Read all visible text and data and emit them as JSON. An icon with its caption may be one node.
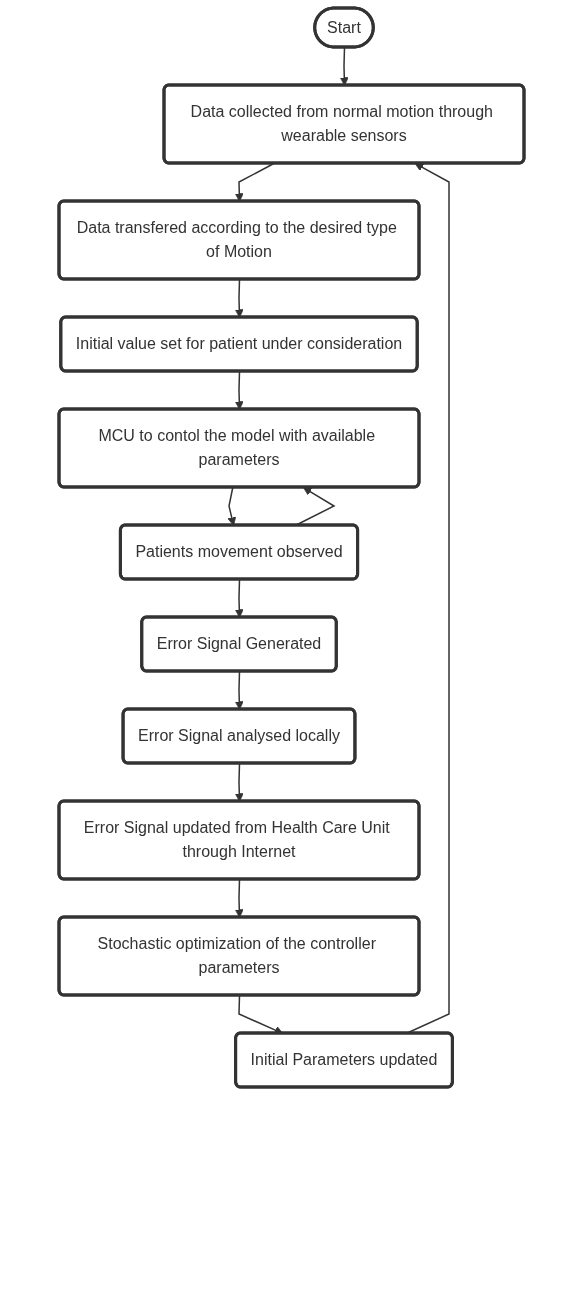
{
  "diagram": {
    "nodes": [
      {
        "text": [
          "Start"
        ]
      },
      {
        "text": [
          "Data collected from normal motion through wearable sensors"
        ]
      },
      {
        "text": [
          "Data transfered according to the desired type of Motion"
        ]
      },
      {
        "text": [
          "Initial value set for patient under consideration"
        ]
      },
      {
        "text": [
          "MCU to contol the model with available parameters"
        ]
      },
      {
        "text": [
          "Patients movement observed"
        ]
      },
      {
        "text": [
          "Error Signal Generated"
        ]
      },
      {
        "text": [
          "Error Signal analysed locally"
        ]
      },
      {
        "text": [
          "Error Signal updated from Health Care Unit through Internet"
        ]
      },
      {
        "text": [
          "Stochastic optimization of the controller parameters"
        ]
      },
      {
        "text": [
          "Initial Parameters updated"
        ]
      }
    ],
    "edges": [
      {
        "from": 0,
        "to": 1,
        "arrow": "to"
      },
      {
        "from": 1,
        "to": 2,
        "arrow": "to"
      },
      {
        "from": 2,
        "to": 3,
        "arrow": "to"
      },
      {
        "from": 3,
        "to": 4,
        "arrow": "to"
      },
      {
        "from": 4,
        "to": 5,
        "arrow": "to"
      },
      {
        "from": 5,
        "to": 6,
        "arrow": "to"
      },
      {
        "from": 6,
        "to": 7,
        "arrow": "to"
      },
      {
        "from": 7,
        "to": 8,
        "arrow": "to"
      },
      {
        "from": 8,
        "to": 9,
        "arrow": "to"
      },
      {
        "from": 9,
        "to": 10,
        "arrow": "to"
      },
      {
        "from": 5,
        "to": 4,
        "arrow": "to"
      },
      {
        "from": 10,
        "to": 1,
        "arrow": "to"
      }
    ]
  }
}
